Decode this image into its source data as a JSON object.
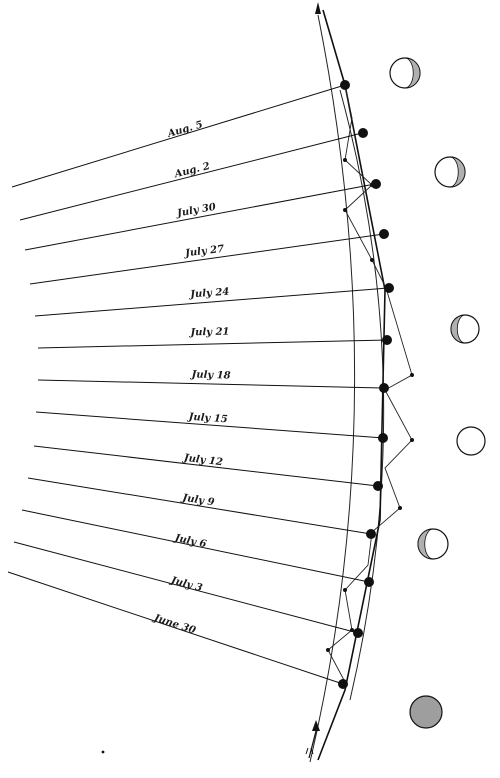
{
  "figure": {
    "date_labels": [
      "Aug. 5",
      "Aug. 2",
      "July 30",
      "July 27",
      "July 24",
      "July 21",
      "July 18",
      "July 15",
      "July 12",
      "July 9",
      "July 6",
      "July 3",
      "June 30"
    ],
    "moon_phases": [
      {
        "phase": "gibbous-shaded",
        "fill": "#b0b0b0"
      },
      {
        "phase": "gibbous-shaded",
        "fill": "#b0b0b0"
      },
      {
        "phase": "half-shaded",
        "fill": "#b0b0b0"
      },
      {
        "phase": "full",
        "fill": "#ffffff"
      },
      {
        "phase": "half-shaded",
        "fill": "#b0b0b0"
      },
      {
        "phase": "new",
        "fill": "#9e9e9e"
      }
    ],
    "colors": {
      "ink": "#111111",
      "shade": "#b0b0b0",
      "paper": "#ffffff"
    }
  }
}
